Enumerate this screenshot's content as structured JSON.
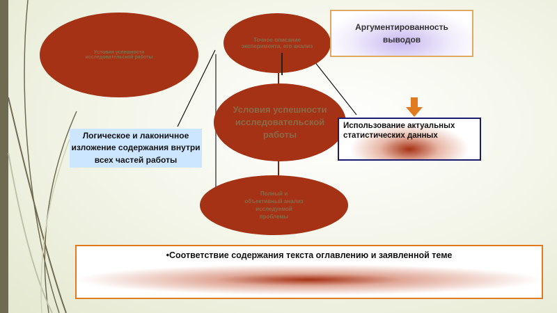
{
  "slide": {
    "ellipse_left": "Условия успешности исследовательской работы",
    "ellipse_top": "Точное описание эксперимента, его анализ",
    "ellipse_center": "Условия успешности исследовательской работы",
    "ellipse_bottom": "Полный и объективный анализ исследуемой проблемы",
    "box_argument": "Аргументированность выводов",
    "box_logic": "Логическое и лаконичное изложение содержания внутри всех частей работы",
    "box_statistics": "Использование актуальных статистических данных",
    "box_bottom": "•Соответствие содержания текста оглавлению и заявленной теме"
  },
  "colors": {
    "ellipse": "#a53215",
    "accent_orange": "#e07b1f",
    "navy": "#1a1a6e",
    "light_blue": "#cce6ff",
    "sidebar": "#6f6a52"
  }
}
